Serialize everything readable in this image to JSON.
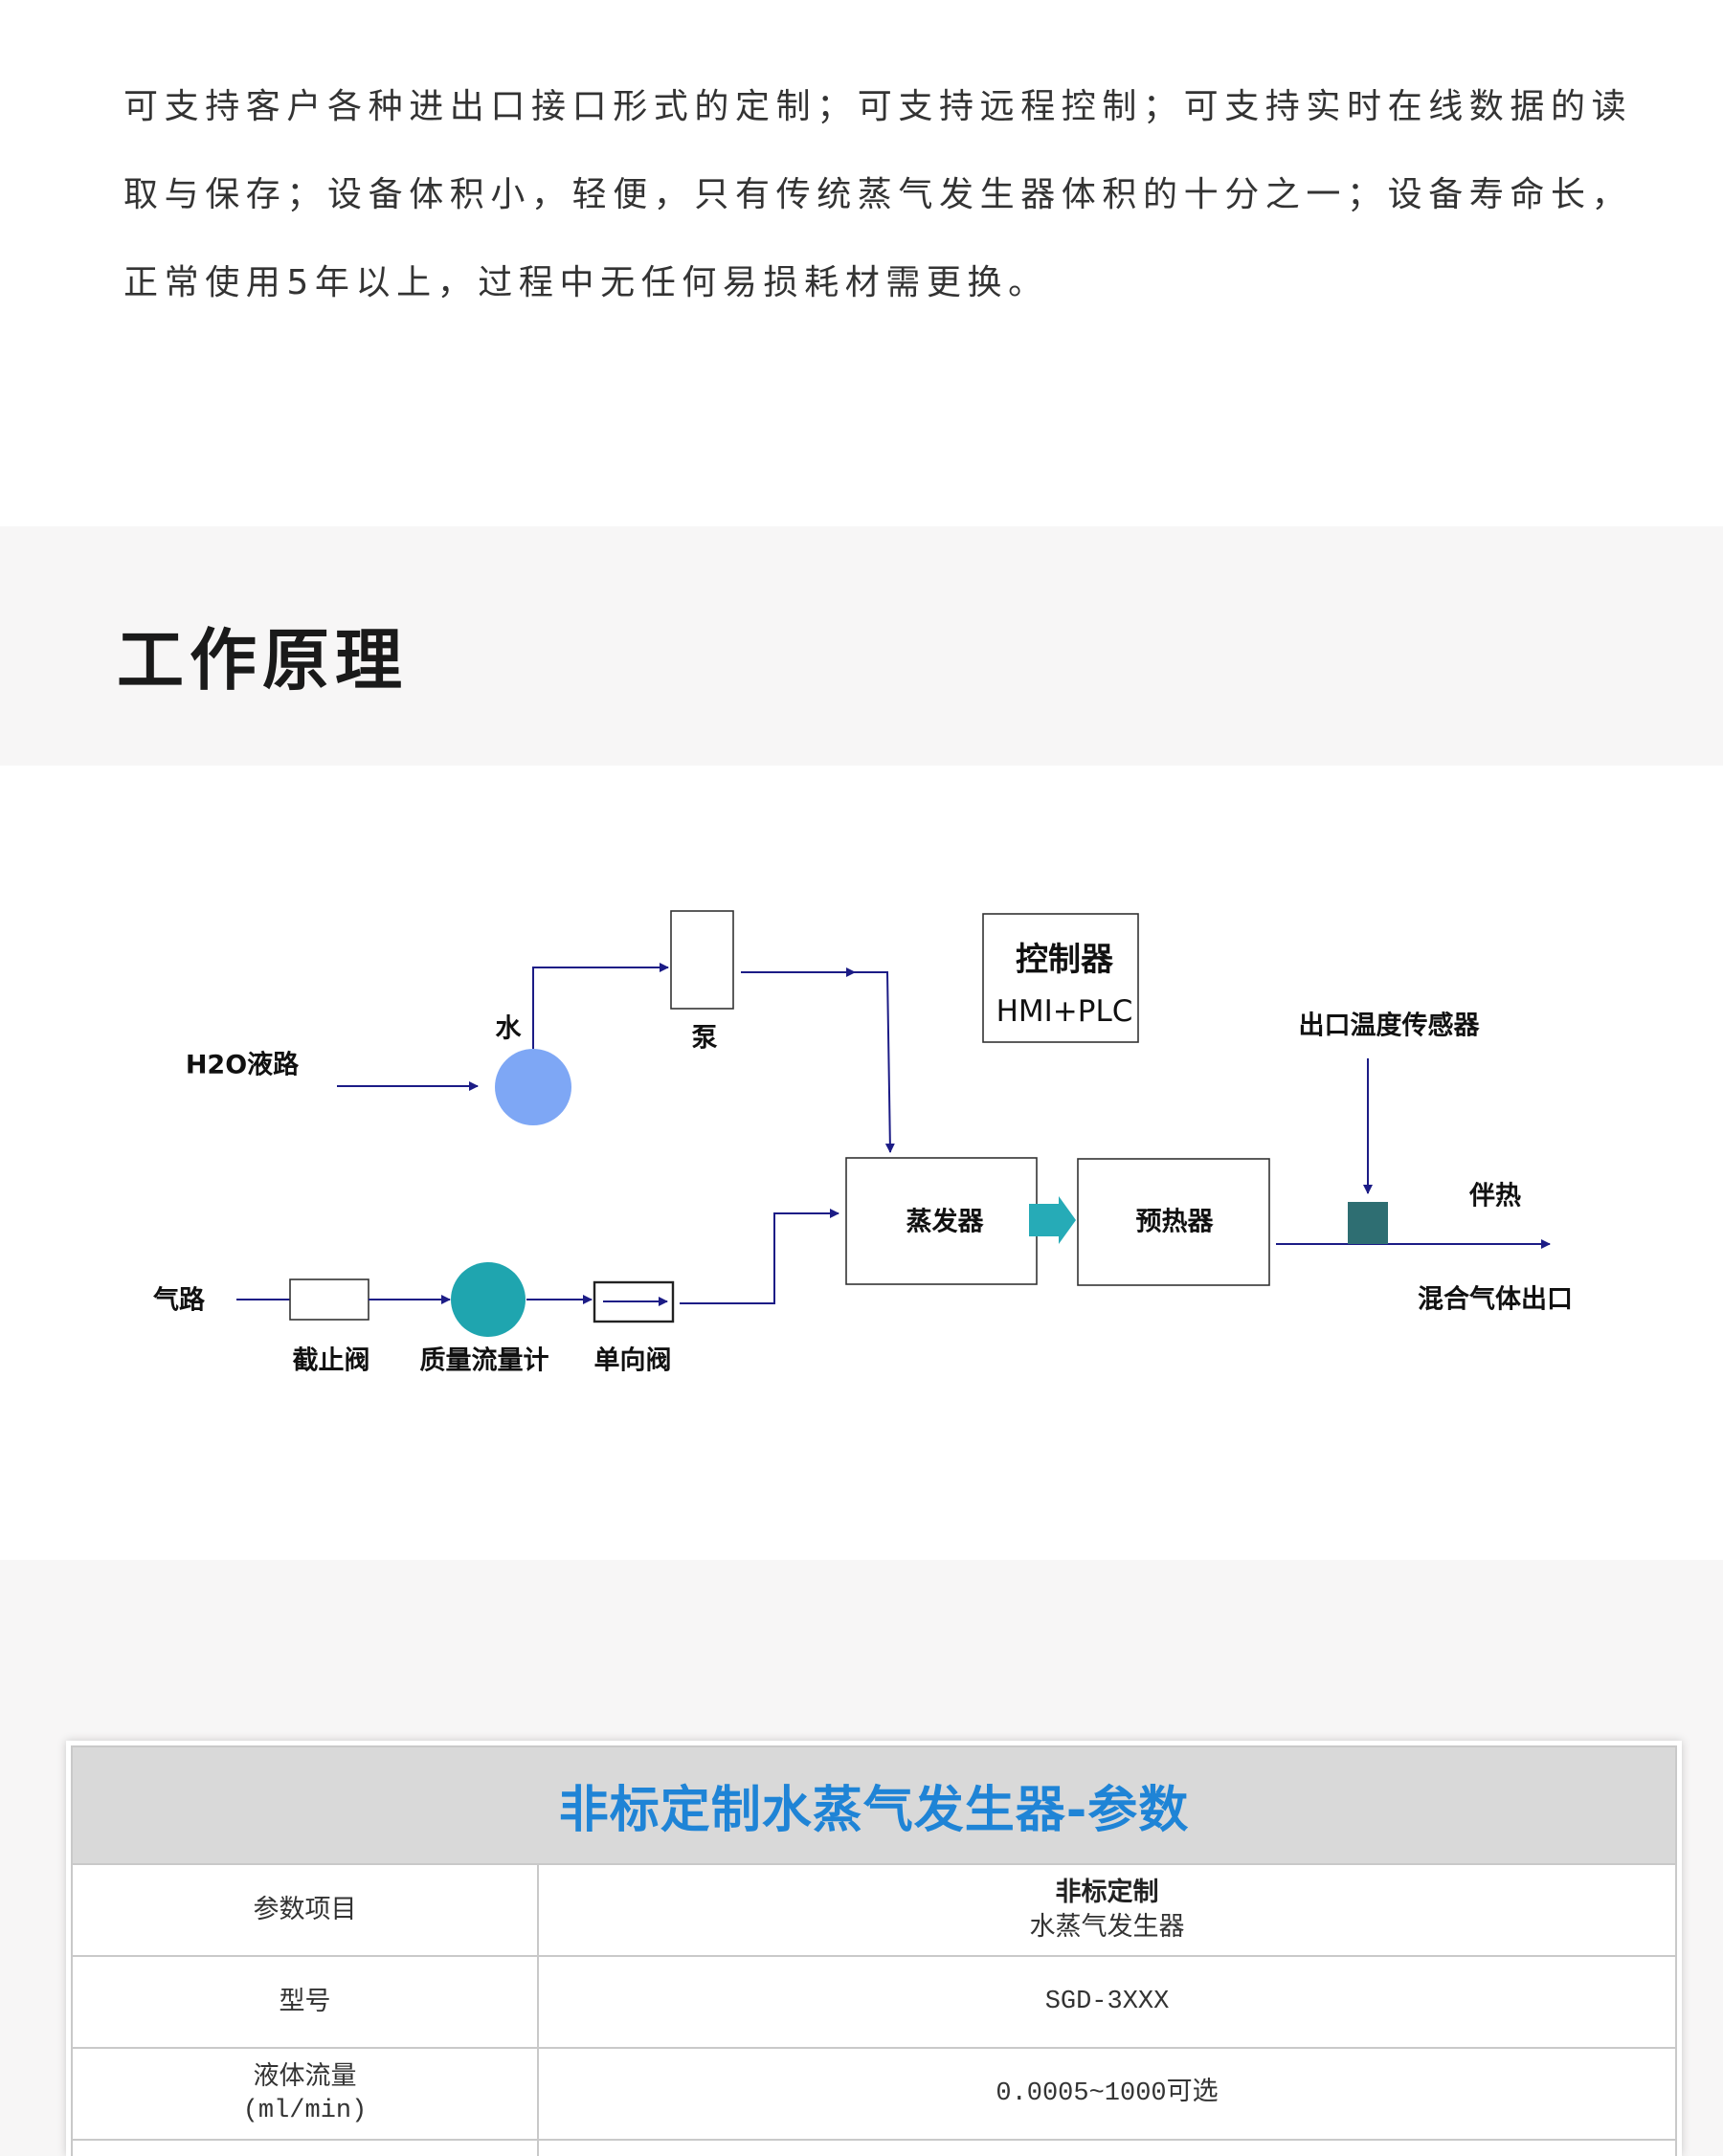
{
  "intro": {
    "lines": [
      "可支持客户各种进出口接口形式的定制；可支持远程控制；可支持实时在线数据的读",
      "取与保存；设备体积小，轻便，只有传统蒸气发生器体积的十分之一；设备寿命长，",
      "正常使用5年以上，过程中无任何易损耗材需更换。"
    ]
  },
  "section_title": "工作原理",
  "diagram": {
    "liquid_path_label": "H2O液路",
    "water_label": "水",
    "pump_label": "泵",
    "controller_title": "控制器",
    "controller_subtitle": "HMI+PLC",
    "sensor_label": "出口温度传感器",
    "evaporator_label": "蒸发器",
    "preheater_label": "预热器",
    "heat_trace_label": "伴热",
    "outlet_label": "混合气体出口",
    "gas_path_label": "气路",
    "stop_valve_label": "截止阀",
    "mass_flow_meter_label": "质量流量计",
    "check_valve_label": "单向阀"
  },
  "spec_table": {
    "title": "非标定制水蒸气发生器-参数",
    "rows": [
      {
        "item": [
          "参数项目"
        ],
        "value": [
          "非标定制",
          "水蒸气发生器"
        ]
      },
      {
        "item": [
          "型号"
        ],
        "value": [
          "SGD-3XXX"
        ]
      },
      {
        "item": [
          "液体流量",
          "(ml/min)"
        ],
        "value": [
          "0.0005~1000可选"
        ]
      }
    ]
  },
  "colors": {
    "text": "#333333",
    "section_bg": "#f7f6f6",
    "title_blue": "#1f84d6",
    "line_navy": "#1c1c86",
    "water_circle": "#7ea7f5",
    "flow_meter_circle": "#1fa5af",
    "block_arrow": "#26abb7",
    "heat_trace_block": "#2e6e72",
    "table_header_bg": "#d9d9d9"
  }
}
